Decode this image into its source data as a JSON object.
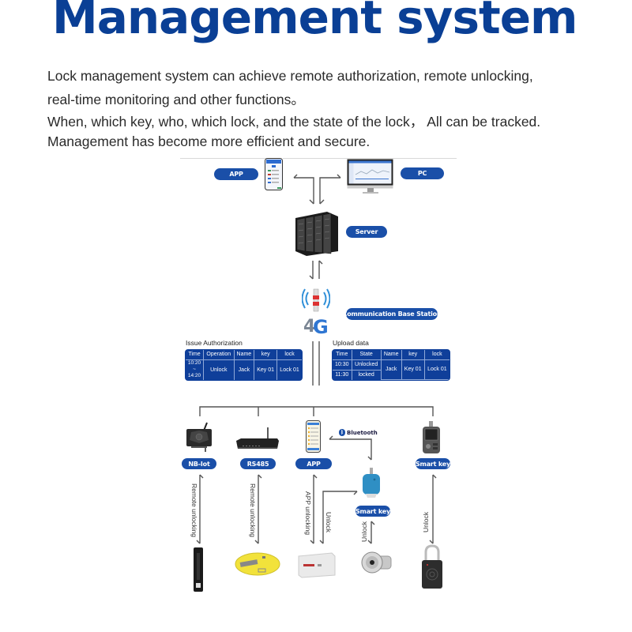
{
  "header": {
    "title": "Management system",
    "description": [
      "Lock management system can achieve remote authorization, remote unlocking,",
      "real-time monitoring and other functions。",
      "When, which key, who, which lock, and the state of the lock， All can be tracked.",
      "Management has become more efficient and secure."
    ]
  },
  "colors": {
    "title_blue": "#0a3f95",
    "pill_blue": "#1a4fa8",
    "table_blue": "#0f3f9a",
    "line_gray": "#555555"
  },
  "nodes": {
    "app_top": {
      "label": "APP",
      "icon": "smartphone-icon"
    },
    "pc": {
      "label": "PC",
      "icon": "monitor-icon"
    },
    "server": {
      "label": "Server",
      "icon": "server-rack-icon"
    },
    "base_station": {
      "label": "Communication Base Station",
      "icon": "4g-tower-icon"
    },
    "nb_iot": {
      "label": "NB-Iot",
      "icon": "nb-iot-gateway-icon"
    },
    "rs485": {
      "label": "RS485",
      "icon": "router-icon"
    },
    "app_bottom": {
      "label": "APP",
      "icon": "smartphone-icon"
    },
    "smart_key_blue": {
      "label": "Smart key",
      "icon": "blue-key-icon"
    },
    "smart_key_right": {
      "label": "Smart key",
      "icon": "handheld-key-icon"
    }
  },
  "bluetooth": {
    "label": "Bluetooth",
    "icon": "bluetooth-icon"
  },
  "issue_table": {
    "caption": "Issue Authorization",
    "headers": [
      "Time",
      "Operation",
      "Name",
      "key",
      "lock"
    ],
    "row": {
      "time_start": "10:20",
      "time_sep": "~",
      "time_end": "14:20",
      "operation": "Unlock",
      "name": "Jack",
      "key": "Key 01",
      "lock": "Lock 01"
    }
  },
  "upload_table": {
    "caption": "Upload data",
    "headers": [
      "Time",
      "State",
      "Name",
      "key",
      "lock"
    ],
    "rows": [
      {
        "time": "10:30",
        "state": "Unlocked"
      },
      {
        "time": "11:30",
        "state": "locked"
      }
    ],
    "name": "Jack",
    "key": "Key 01",
    "lock": "Lock 01"
  },
  "links": {
    "nb_iot": "Remote unlocking",
    "rs485": "Remote unlocking",
    "app": "APP unlocking",
    "app_to_key": "Unlock",
    "key_to_lock": "Unlock",
    "smart_key": "Unlock"
  },
  "locks": [
    {
      "name": "cabinet-lock",
      "icon": "cabinet-lock-icon"
    },
    {
      "name": "round-yellow-lock",
      "icon": "round-lock-icon"
    },
    {
      "name": "box-lock",
      "icon": "box-lock-icon"
    },
    {
      "name": "cylinder-lock",
      "icon": "cylinder-lock-icon"
    },
    {
      "name": "padlock",
      "icon": "padlock-icon"
    }
  ]
}
